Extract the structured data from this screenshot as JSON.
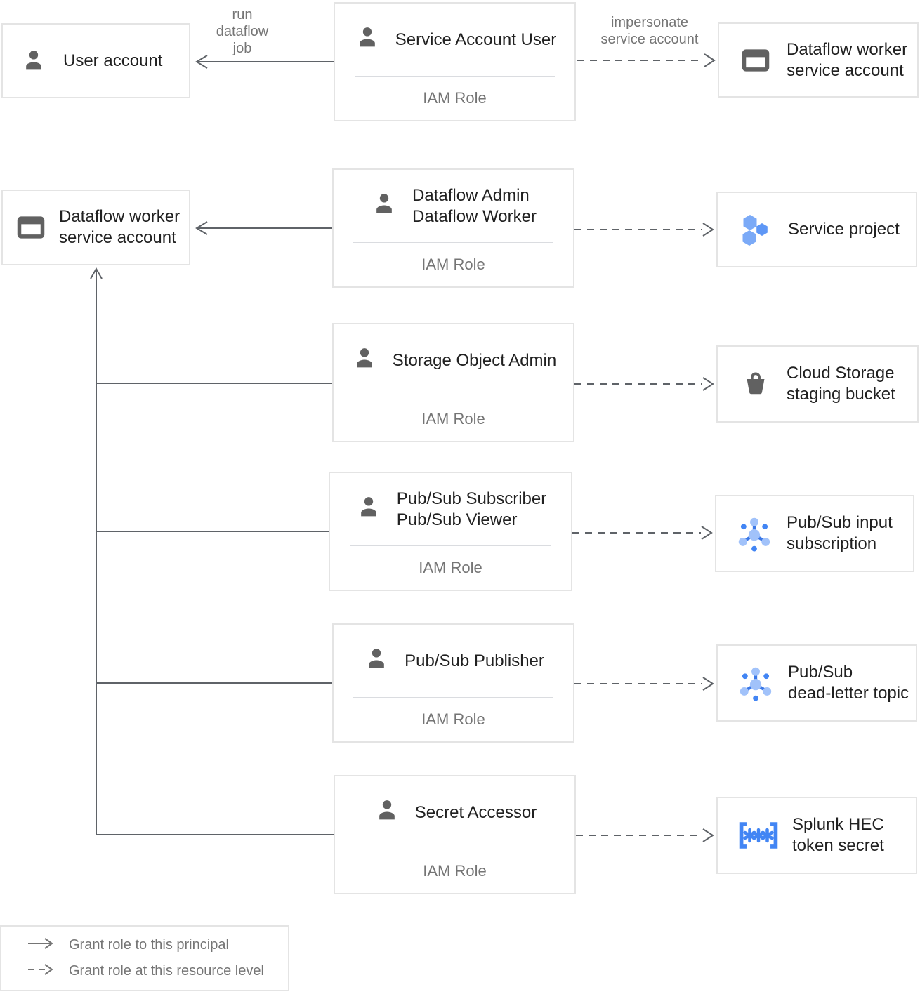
{
  "colors": {
    "line": "#5f6368",
    "box_border": "#e4e4e4",
    "title_text": "#212121",
    "muted_text": "#757575",
    "icon_gray": "#616161",
    "blue": "#4285f4",
    "blue_light": "#a1c2fa",
    "blue_mid": "#7baaf7",
    "spoke_blue": "#3b78e7"
  },
  "principals": {
    "user_account": {
      "label": "User account",
      "icon": "person-icon"
    },
    "dataflow_worker_sa": {
      "line1": "Dataflow worker",
      "line2": "service account",
      "icon": "service-account-icon"
    }
  },
  "roles": [
    {
      "line1": "Service Account User",
      "line2": "",
      "sub": "IAM Role"
    },
    {
      "line1": "Dataflow Admin",
      "line2": "Dataflow Worker",
      "sub": "IAM Role"
    },
    {
      "line1": "Storage Object Admin",
      "line2": "",
      "sub": "IAM Role"
    },
    {
      "line1": "Pub/Sub Subscriber",
      "line2": "Pub/Sub Viewer",
      "sub": "IAM Role"
    },
    {
      "line1": "Pub/Sub Publisher",
      "line2": "",
      "sub": "IAM Role"
    },
    {
      "line1": "Secret Accessor",
      "line2": "",
      "sub": "IAM Role"
    }
  ],
  "resources": [
    {
      "line1": "Dataflow worker",
      "line2": "service account",
      "icon": "service-account-icon"
    },
    {
      "line1": "Service project",
      "line2": "",
      "icon": "project-icon"
    },
    {
      "line1": "Cloud Storage",
      "line2": "staging bucket",
      "icon": "bucket-icon"
    },
    {
      "line1": "Pub/Sub input",
      "line2": "subscription",
      "icon": "pubsub-icon"
    },
    {
      "line1": "Pub/Sub",
      "line2": "dead-letter topic",
      "icon": "pubsub-icon"
    },
    {
      "line1": "Splunk HEC",
      "line2": "token secret",
      "icon": "secret-icon"
    }
  ],
  "edge_labels": {
    "run_dataflow_job": {
      "line1": "run",
      "line2": "dataflow",
      "line3": "job"
    },
    "impersonate": {
      "line1": "impersonate",
      "line2": "service account"
    }
  },
  "legend": {
    "solid_label": "Grant role to this principal",
    "dashed_label": "Grant role at this resource level"
  }
}
